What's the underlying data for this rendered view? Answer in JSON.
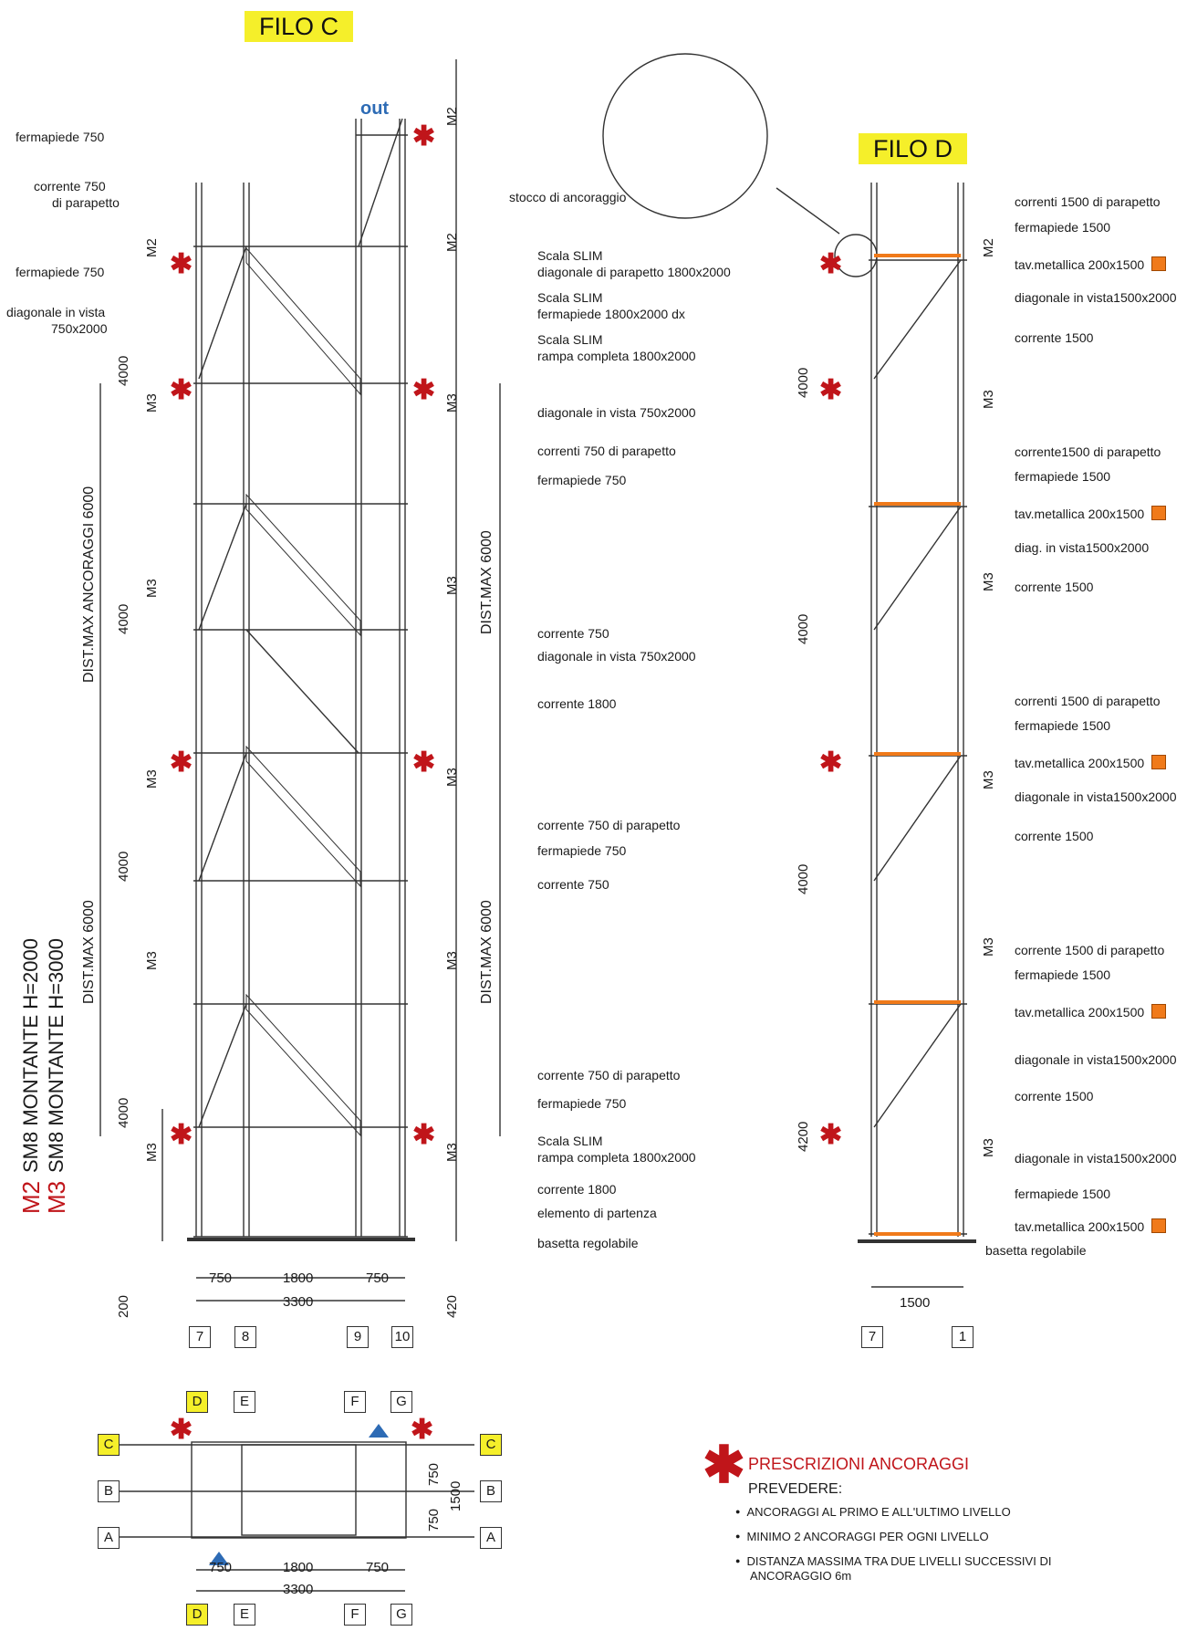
{
  "filo_c": {
    "title": "FILO C",
    "out_label": "out",
    "left_labels": [
      "fermapiede 750",
      "corrente 750",
      "di parapetto",
      "fermapiede 750",
      "diagonale in vista",
      "750x2000"
    ],
    "right_labels": [
      "Scala SLIM",
      "diagonale di parapetto 1800x2000",
      "Scala SLIM",
      "fermapiede 1800x2000 dx",
      "Scala SLIM",
      "rampa completa 1800x2000",
      "diagonale in vista 750x2000",
      "correnti 750 di parapetto",
      "fermapiede 750",
      "corrente 750",
      "diagonale in vista 750x2000",
      "corrente 1800",
      "corrente 750 di parapetto",
      "fermapiede 750",
      "corrente 750",
      "corrente 750 di parapetto",
      "fermapiede 750",
      "Scala SLIM",
      "rampa completa 1800x2000",
      "corrente 1800",
      "elemento di partenza",
      "basetta regolabile",
      "stocco di ancoraggio"
    ],
    "level_marks_left": [
      "M2",
      "M3",
      "M3",
      "M3",
      "M3",
      "M3"
    ],
    "level_marks_right": [
      "M2",
      "M2",
      "M3",
      "M3",
      "M3",
      "M3",
      "M3"
    ],
    "heights_left": [
      "4000",
      "4000",
      "4000",
      "4000"
    ],
    "dist_left": [
      "DIST.MAX ANCORAGGI 6000",
      "DIST.MAX 6000"
    ],
    "dist_right": [
      "DIST.MAX 6000",
      "DIST.MAX 6000"
    ],
    "widths": [
      "750",
      "1800",
      "750",
      "3300"
    ],
    "base_left": "200",
    "base_right": "420",
    "axis_boxes": [
      "7",
      "8",
      "9",
      "10"
    ]
  },
  "filo_d": {
    "title": "FILO D",
    "labels": [
      "correnti 1500 di parapetto",
      "fermapiede 1500",
      "tav.metallica 200x1500",
      "diagonale in vista1500x2000",
      "corrente 1500",
      "corrente1500 di parapetto",
      "fermapiede 1500",
      "tav.metallica 200x1500",
      "diag. in vista1500x2000",
      "corrente 1500",
      "correnti 1500 di parapetto",
      "fermapiede 1500",
      "tav.metallica 200x1500",
      "diagonale in vista1500x2000",
      "corrente 1500",
      "corrente 1500 di parapetto",
      "fermapiede 1500",
      "tav.metallica 200x1500",
      "diagonale in vista1500x2000",
      "corrente 1500",
      "diagonale in vista1500x2000",
      "fermapiede 1500",
      "tav.metallica 200x1500",
      "basetta regolabile"
    ],
    "level_marks_left": [
      "M2"
    ],
    "level_marks_right": [
      "M3",
      "M3",
      "M3",
      "M3",
      "M3"
    ],
    "heights": [
      "4000",
      "4000",
      "4000",
      "4200"
    ],
    "width": "1500",
    "axis_boxes": [
      "7",
      "1"
    ]
  },
  "legend_vertical": {
    "m2_code": "M2",
    "m2_text": "SM8 MONTANTE H=2000",
    "m3_code": "M3",
    "m3_text": "SM8 MONTANTE H=3000"
  },
  "plan": {
    "top_boxes": [
      "D",
      "E",
      "F",
      "G"
    ],
    "bottom_boxes": [
      "D",
      "E",
      "F",
      "G"
    ],
    "left_boxes": [
      "C",
      "B",
      "A"
    ],
    "right_boxes": [
      "C",
      "B",
      "A"
    ],
    "dims_x": [
      "750",
      "1800",
      "750",
      "3300"
    ],
    "dims_y": [
      "750",
      "750",
      "1500"
    ]
  },
  "prescriptions": {
    "title": "PRESCRIZIONI ANCORAGGI",
    "subtitle": "PREVEDERE:",
    "items": [
      "ANCORAGGI AL PRIMO E ALL'ULTIMO LIVELLO",
      "MINIMO 2 ANCORAGGI PER OGNI LIVELLO",
      "DISTANZA MASSIMA TRA DUE LIVELLI SUCCESSIVI DI",
      "ANCORAGGIO 6m"
    ]
  },
  "colors": {
    "accent_red": "#c0151a",
    "title_yellow": "#f5ef2a",
    "plank_orange": "#f07a1a",
    "out_blue": "#2d6bb5"
  }
}
